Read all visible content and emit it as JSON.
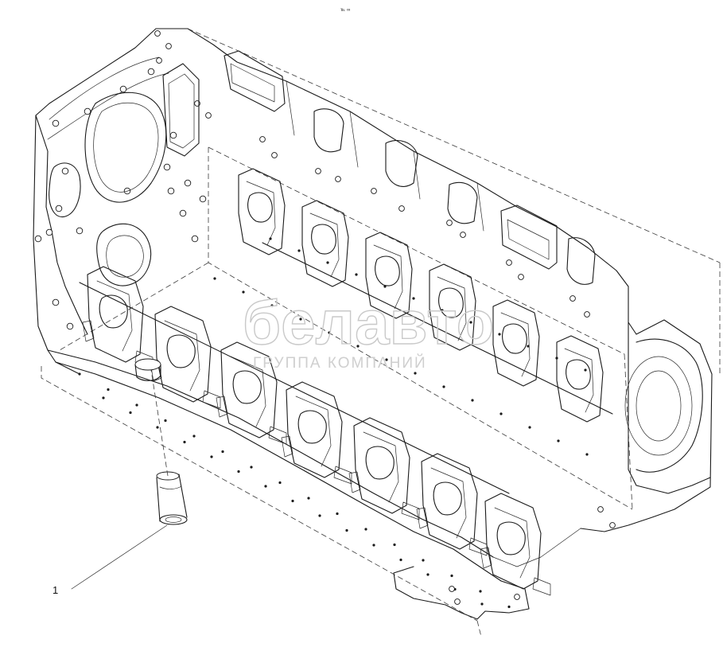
{
  "diagram": {
    "callouts": [
      {
        "id": "1",
        "label": "1"
      }
    ],
    "watermark": {
      "brand": "белавто",
      "tagline": "ГРУППА КОМПАНИЙ"
    },
    "corner_mark": "℡ ∞"
  },
  "colors": {
    "line": "#1a1a1a",
    "background": "#ffffff",
    "watermark": "#c9c9c9"
  }
}
